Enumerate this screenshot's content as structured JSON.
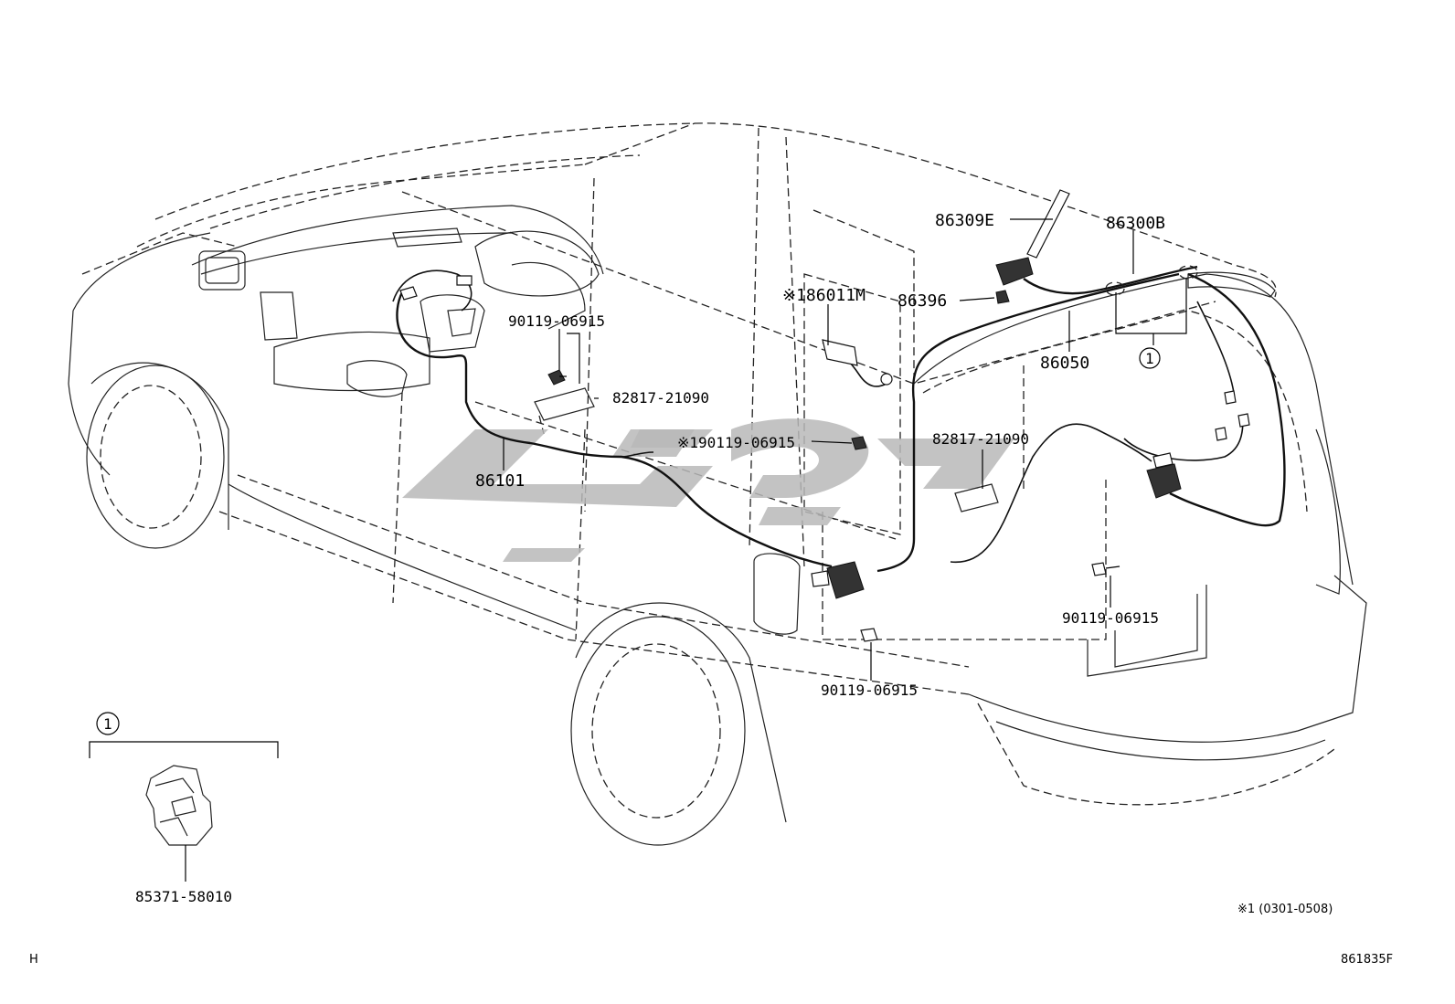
{
  "callouts": {
    "antenna_pole": "86309E",
    "antenna_assy": "86300B",
    "radio_amp_module": "※186011M",
    "clip": "86396",
    "cord_main": "86050",
    "group_ref": "1",
    "screw_front": "90119-06915",
    "label_front": "82817-21090",
    "screw_mid": "※190119-06915",
    "label_rear": "82817-21090",
    "cord_front": "86101",
    "screw_rear_right": "90119-06915",
    "screw_rear_left": "90119-06915"
  },
  "inset": {
    "group_number": "1",
    "part_number": "85371-58010"
  },
  "footnote": "※1 (0301-0508)",
  "corner_left": "H",
  "figure_id": "861835F"
}
